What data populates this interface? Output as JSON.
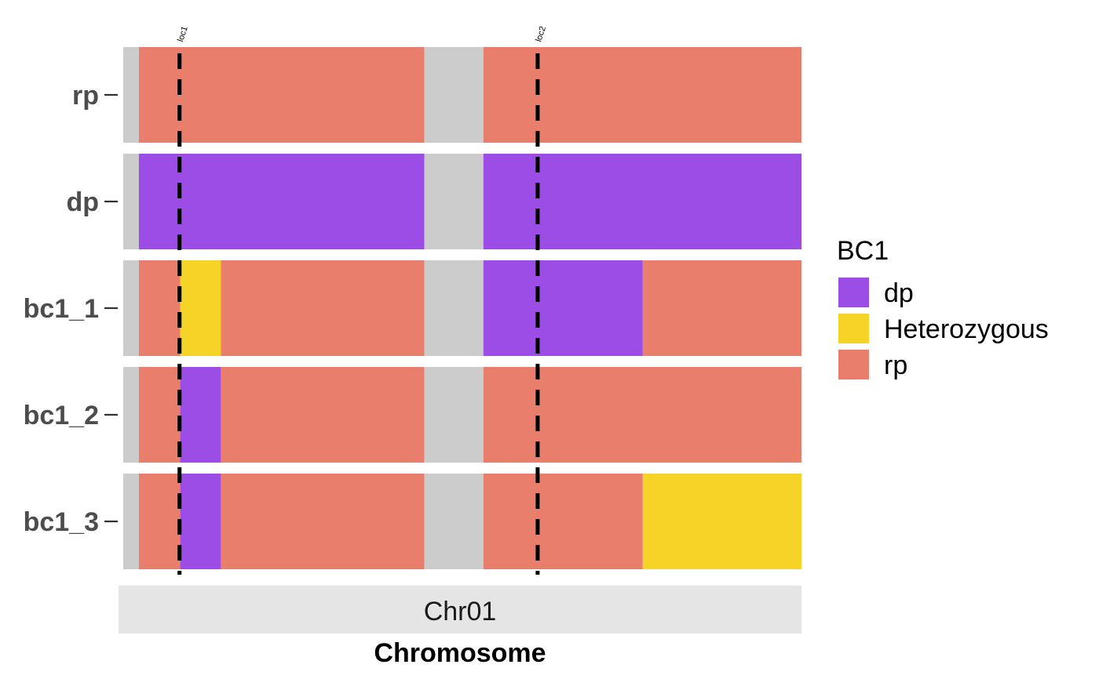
{
  "chart_data": {
    "type": "heatmap",
    "title": "",
    "xlabel": "Chromosome",
    "ylabel": "",
    "chromosome": "Chr01",
    "xlim": [
      0,
      100
    ],
    "samples": [
      "rp",
      "dp",
      "bc1_1",
      "bc1_2",
      "bc1_3"
    ],
    "missing_color": "#cccccc",
    "segments": [
      {
        "sample": "rp",
        "blocks": [
          {
            "start": 0,
            "end": 2.3,
            "genotype": "missing"
          },
          {
            "start": 2.3,
            "end": 44.4,
            "genotype": "rp"
          },
          {
            "start": 44.4,
            "end": 53.1,
            "genotype": "missing"
          },
          {
            "start": 53.1,
            "end": 100,
            "genotype": "rp"
          }
        ]
      },
      {
        "sample": "dp",
        "blocks": [
          {
            "start": 0,
            "end": 2.3,
            "genotype": "missing"
          },
          {
            "start": 2.3,
            "end": 44.4,
            "genotype": "dp"
          },
          {
            "start": 44.4,
            "end": 53.1,
            "genotype": "missing"
          },
          {
            "start": 53.1,
            "end": 100,
            "genotype": "dp"
          }
        ]
      },
      {
        "sample": "bc1_1",
        "blocks": [
          {
            "start": 0,
            "end": 2.3,
            "genotype": "missing"
          },
          {
            "start": 2.3,
            "end": 8.4,
            "genotype": "rp"
          },
          {
            "start": 8.4,
            "end": 14.4,
            "genotype": "Heterozygous"
          },
          {
            "start": 14.4,
            "end": 44.4,
            "genotype": "rp"
          },
          {
            "start": 44.4,
            "end": 53.1,
            "genotype": "missing"
          },
          {
            "start": 53.1,
            "end": 76.6,
            "genotype": "dp"
          },
          {
            "start": 76.6,
            "end": 100,
            "genotype": "rp"
          }
        ]
      },
      {
        "sample": "bc1_2",
        "blocks": [
          {
            "start": 0,
            "end": 2.3,
            "genotype": "missing"
          },
          {
            "start": 2.3,
            "end": 8.4,
            "genotype": "rp"
          },
          {
            "start": 8.4,
            "end": 14.4,
            "genotype": "dp"
          },
          {
            "start": 14.4,
            "end": 44.4,
            "genotype": "rp"
          },
          {
            "start": 44.4,
            "end": 53.1,
            "genotype": "missing"
          },
          {
            "start": 53.1,
            "end": 100,
            "genotype": "rp"
          }
        ]
      },
      {
        "sample": "bc1_3",
        "blocks": [
          {
            "start": 0,
            "end": 2.3,
            "genotype": "missing"
          },
          {
            "start": 2.3,
            "end": 8.4,
            "genotype": "rp"
          },
          {
            "start": 8.4,
            "end": 14.4,
            "genotype": "dp"
          },
          {
            "start": 14.4,
            "end": 44.4,
            "genotype": "rp"
          },
          {
            "start": 44.4,
            "end": 53.1,
            "genotype": "missing"
          },
          {
            "start": 53.1,
            "end": 76.6,
            "genotype": "rp"
          },
          {
            "start": 76.6,
            "end": 100,
            "genotype": "Heterozygous"
          }
        ]
      }
    ],
    "markers": [
      {
        "name": "loc1",
        "position": 8.3
      },
      {
        "name": "loc2",
        "position": 61.1
      }
    ],
    "legend": {
      "title": "BC1",
      "placement": "right",
      "entries": [
        {
          "label": "dp",
          "color": "#9b4de6"
        },
        {
          "label": "Heterozygous",
          "color": "#f5d327"
        },
        {
          "label": "rp",
          "color": "#e87e6b"
        }
      ]
    },
    "grid": false
  }
}
